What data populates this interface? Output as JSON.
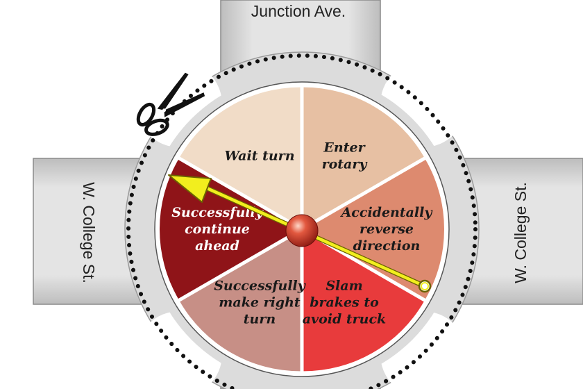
{
  "roads": {
    "top": "Junction Ave.",
    "left": "W. College St.",
    "right": "W. College St."
  },
  "segments": [
    {
      "lines": [
        "Enter",
        "rotary"
      ],
      "color": "#e7c0a3",
      "text_color": "#1a1a1a"
    },
    {
      "lines": [
        "Accidentally",
        "reverse",
        "direction"
      ],
      "color": "#dd8a6f",
      "text_color": "#1a1a1a"
    },
    {
      "lines": [
        "Slam",
        "brakes to",
        "avoid truck"
      ],
      "color": "#e83b3c",
      "text_color": "#1a1a1a"
    },
    {
      "lines": [
        "Successfully",
        "make right",
        "turn"
      ],
      "color": "#c78f86",
      "text_color": "#1a1a1a"
    },
    {
      "lines": [
        "Successfully",
        "continue",
        "ahead"
      ],
      "color": "#8f1418",
      "text_color": "#ffffff"
    },
    {
      "lines": [
        "Wait turn"
      ],
      "color": "#f1dcc7",
      "text_color": "#1a1a1a"
    }
  ],
  "colors": {
    "road_fill": "#dcdcdc",
    "road_edge": "#8a8a8a",
    "pointer": "#f2ee1e",
    "hub": "#d9382c",
    "dots": "#111111"
  },
  "icons": [
    "scissors-icon",
    "spinner-arrow-icon"
  ]
}
